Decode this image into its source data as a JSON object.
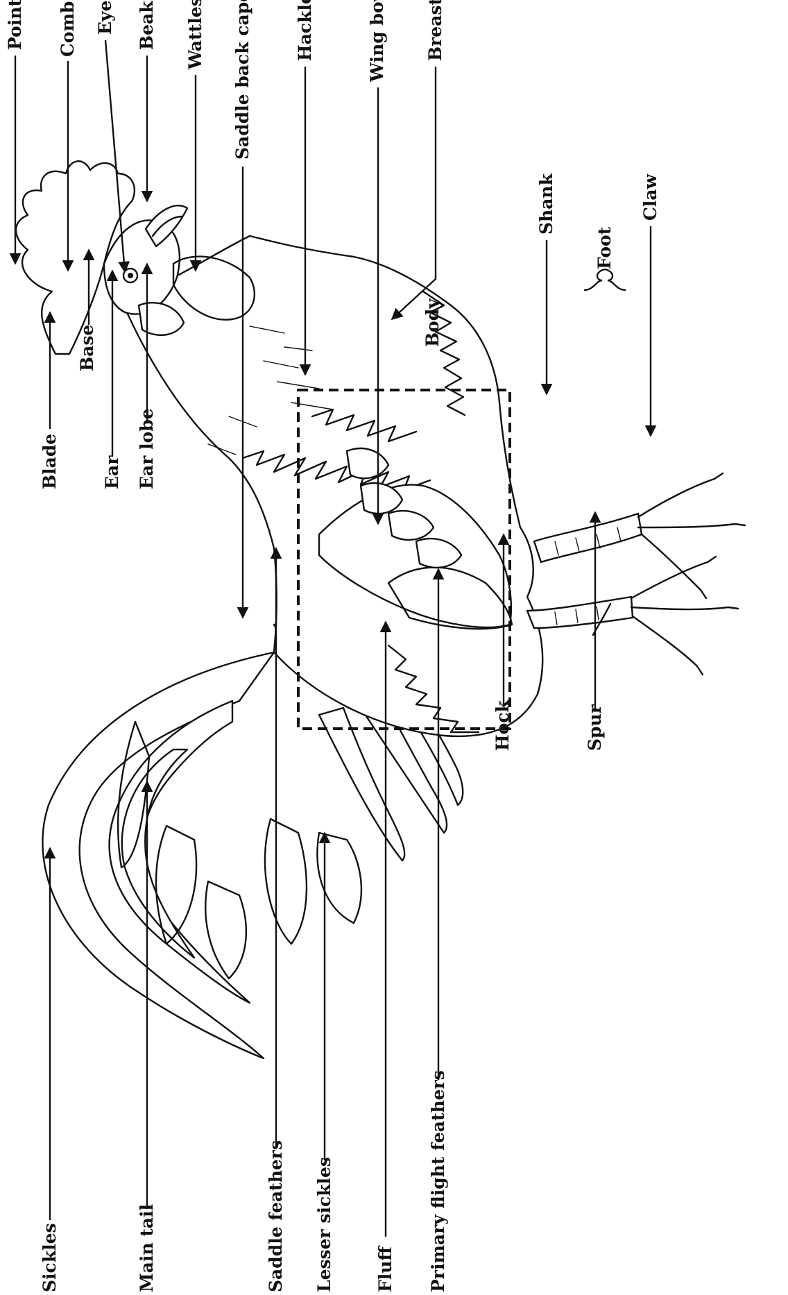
{
  "diagram": {
    "labels": {
      "point": "Point",
      "comb": "Comb",
      "eye": "Eye",
      "beak": "Beak",
      "wattles": "Wattles",
      "saddle_back_cape": "Saddle back cape",
      "hackle": "Hackle",
      "wing_bow": "Wing bow",
      "breast": "Breast",
      "body": "Body",
      "shank": "Shank",
      "foot": "Foot",
      "claw": "Claw",
      "base": "Base",
      "blade": "Blade",
      "ear": "Ear",
      "ear_lobe": "Ear lobe",
      "hock": "Hock",
      "spur": "Spur",
      "sickles": "Sickles",
      "main_tail": "Main tail",
      "saddle_feathers": "Saddle feathers",
      "lesser_sickles": "Lesser sickles",
      "fluff": "Fluff",
      "primary_flight_feathers": "Primary flight feathers"
    }
  }
}
